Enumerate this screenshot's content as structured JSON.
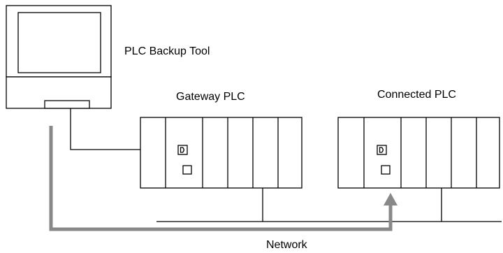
{
  "labels": {
    "tool": "PLC Backup Tool",
    "gateway": "Gateway PLC",
    "connected": "Connected PLC",
    "network": "Network"
  },
  "colors": {
    "line": "#000000",
    "path_arrow": "#888888",
    "background": "#ffffff"
  },
  "icons": {
    "computer": "computer-icon",
    "plc_rack": "plc-rack-icon",
    "port": "port-icon",
    "arrow": "arrow-up-icon"
  }
}
